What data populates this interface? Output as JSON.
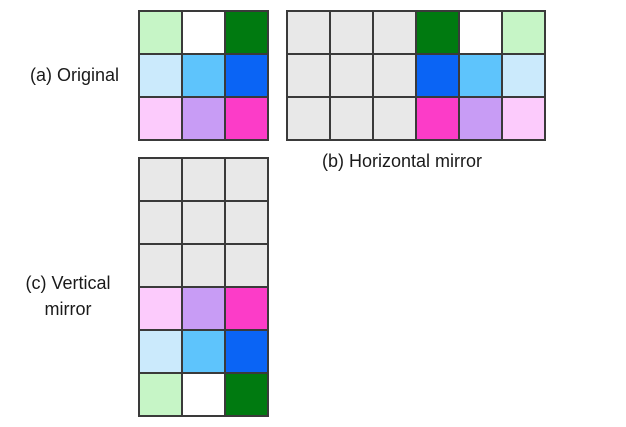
{
  "colors": {
    "light_green": "#c6f5c6",
    "white": "#ffffff",
    "dark_green": "#007a10",
    "light_blue": "#cbeafc",
    "sky_blue": "#5ec4fc",
    "blue": "#0a64f5",
    "light_pink": "#fccbfc",
    "lavender": "#c89cf5",
    "magenta": "#fc3cc8",
    "gray": "#e8e8e8"
  },
  "panels": {
    "original": {
      "label": "(a) Original",
      "rows": [
        [
          "light_green",
          "white",
          "dark_green"
        ],
        [
          "light_blue",
          "sky_blue",
          "blue"
        ],
        [
          "light_pink",
          "lavender",
          "magenta"
        ]
      ]
    },
    "horizontal": {
      "label": "(b) Horizontal mirror",
      "rows": [
        [
          "gray",
          "gray",
          "gray",
          "dark_green",
          "white",
          "light_green"
        ],
        [
          "gray",
          "gray",
          "gray",
          "blue",
          "sky_blue",
          "light_blue"
        ],
        [
          "gray",
          "gray",
          "gray",
          "magenta",
          "lavender",
          "light_pink"
        ]
      ]
    },
    "vertical": {
      "label": "(c) Vertical mirror",
      "rows": [
        [
          "gray",
          "gray",
          "gray"
        ],
        [
          "gray",
          "gray",
          "gray"
        ],
        [
          "gray",
          "gray",
          "gray"
        ],
        [
          "light_pink",
          "lavender",
          "magenta"
        ],
        [
          "light_blue",
          "sky_blue",
          "blue"
        ],
        [
          "light_green",
          "white",
          "dark_green"
        ]
      ]
    }
  }
}
